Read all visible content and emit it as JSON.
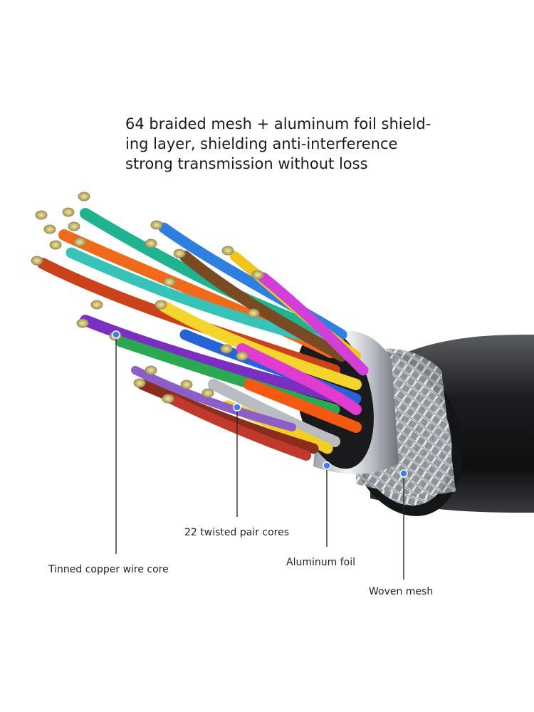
{
  "headline": {
    "line1": "64 braided mesh + aluminum foil shield-",
    "line2": "ing layer, shielding anti-interference",
    "line3": "strong transmission without loss"
  },
  "callouts": {
    "tinned_core": "Tinned copper wire core",
    "twisted_pairs": "22 twisted pair cores",
    "aluminum_foil": "Aluminum foil",
    "woven_mesh": "Woven mesh"
  },
  "colors": {
    "jacket": "#1c1d20",
    "leader_line": "#2a2a2a",
    "marker": "#3b7cff"
  }
}
